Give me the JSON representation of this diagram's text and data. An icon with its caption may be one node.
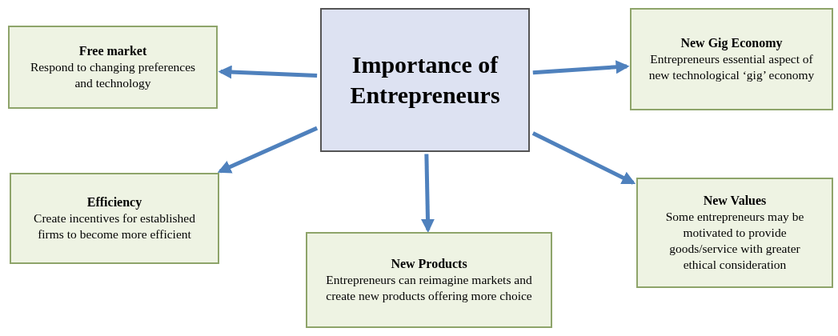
{
  "diagram": {
    "nodes": [
      {
        "text": [
          "Importance of Entrepreneurs"
        ]
      },
      {
        "text": [
          "Free market",
          "Respond to changing preferences and technology"
        ]
      },
      {
        "text": [
          "New Gig Economy",
          "Entrepreneurs essential aspect of new technological ‘gig’ economy"
        ]
      },
      {
        "text": [
          "Efficiency",
          "Create incentives for established firms to become more efficient"
        ]
      },
      {
        "text": [
          "New Products",
          "Entrepreneurs can reimagine markets and create new products offering more choice"
        ]
      },
      {
        "text": [
          "New Values",
          "Some entrepreneurs may be motivated to provide goods/service with greater ethical consideration"
        ]
      }
    ],
    "edges": [
      {
        "from": 0,
        "to": 1,
        "arrow": "to"
      },
      {
        "from": 0,
        "to": 2,
        "arrow": "to"
      },
      {
        "from": 0,
        "to": 3,
        "arrow": "to"
      },
      {
        "from": 0,
        "to": 4,
        "arrow": "to"
      },
      {
        "from": 0,
        "to": 5,
        "arrow": "to"
      }
    ]
  }
}
